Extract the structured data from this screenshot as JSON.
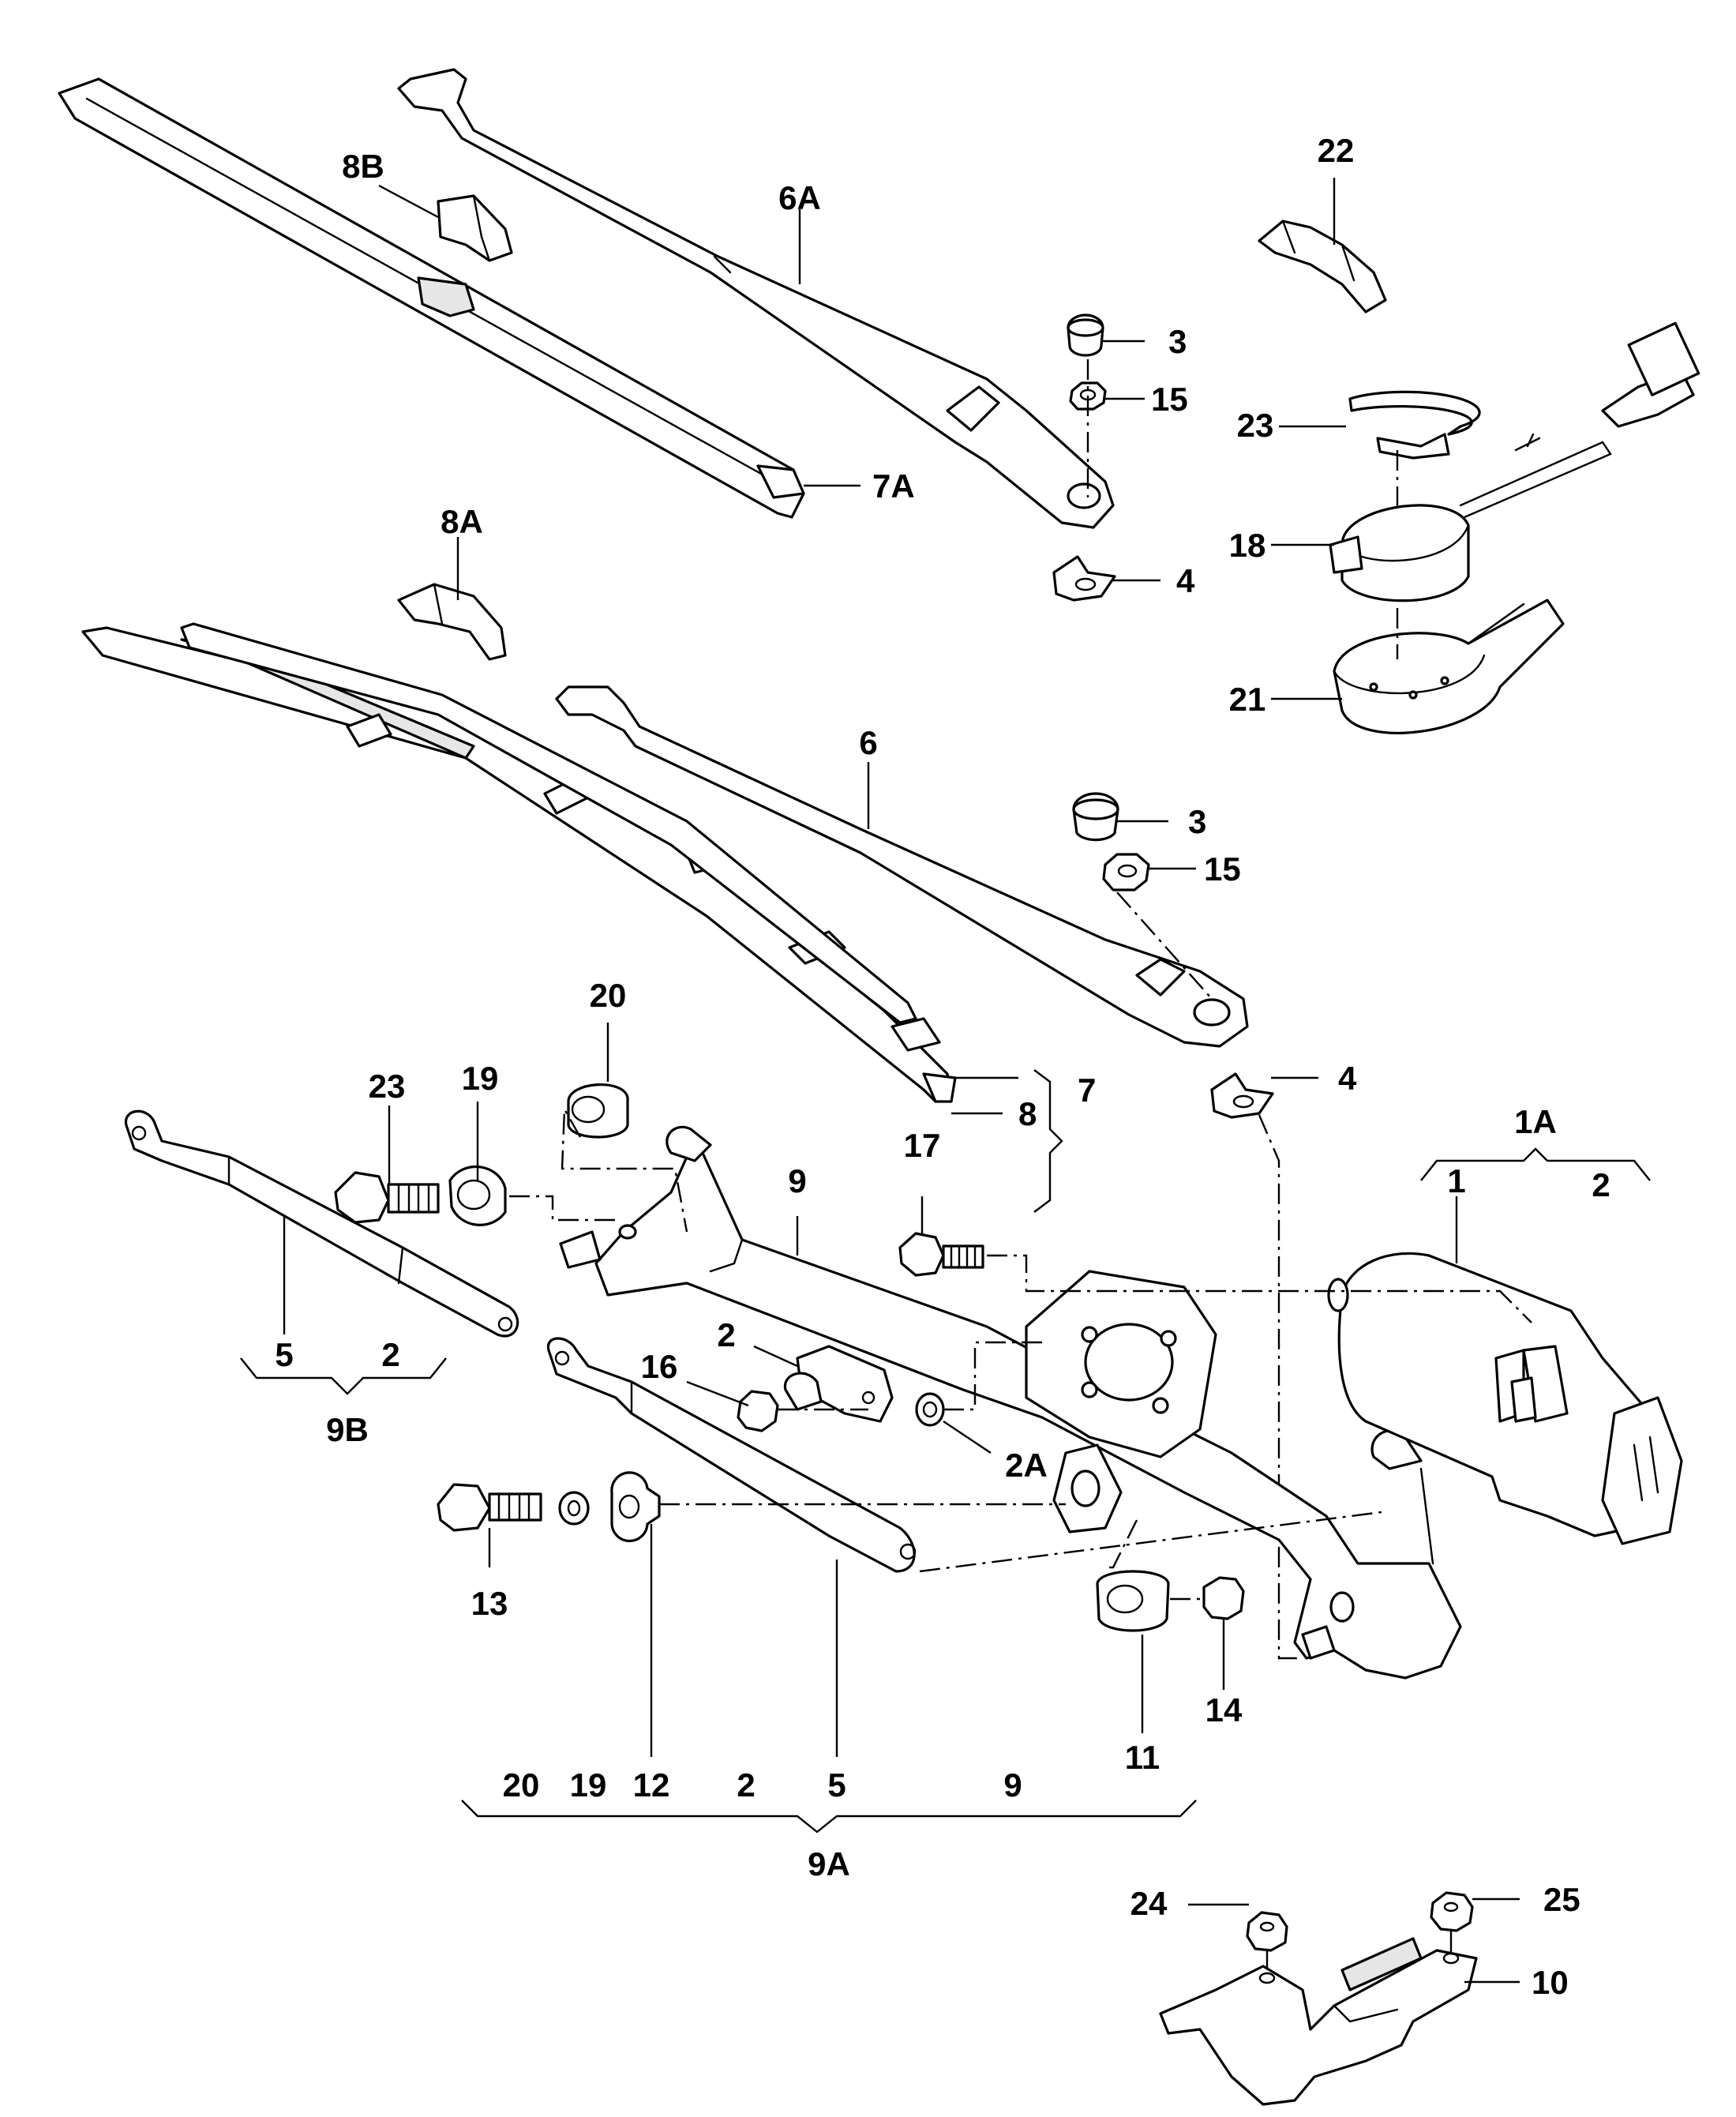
{
  "labels": {
    "l8B": "8B",
    "l6A": "6A",
    "l22": "22",
    "l3a": "3",
    "l15a": "15",
    "l23a": "23",
    "l7A": "7A",
    "l18": "18",
    "l8A": "8A",
    "l4a": "4",
    "l21": "21",
    "l6": "6",
    "l3b": "3",
    "l15b": "15",
    "l20a": "20",
    "l23b": "23",
    "l19a": "19",
    "l8": "8",
    "l7": "7",
    "l4b": "4",
    "l1A": "1A",
    "l1": "1",
    "l2a": "2",
    "l9": "9",
    "l17": "17",
    "l5a": "5",
    "l2b": "2",
    "l9B": "9B",
    "l2c": "2",
    "l16": "16",
    "l2A": "2A",
    "l13": "13",
    "l14": "14",
    "l11": "11",
    "l20b": "20",
    "l19b": "19",
    "l12": "12",
    "l2d": "2",
    "l5b": "5",
    "l9b": "9",
    "l9A": "9A",
    "l24": "24",
    "l25": "25",
    "l10": "10"
  }
}
